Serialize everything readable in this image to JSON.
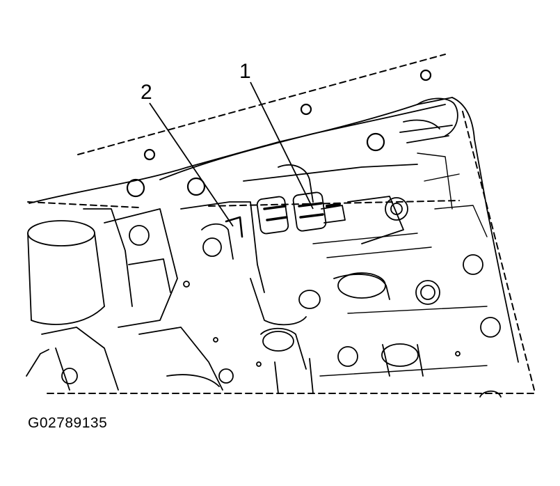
{
  "callouts": [
    {
      "id": "1",
      "label": "1"
    },
    {
      "id": "2",
      "label": "2"
    }
  ],
  "figure_id": "G02789135",
  "colors": {
    "line": "#000000",
    "background": "#ffffff"
  }
}
